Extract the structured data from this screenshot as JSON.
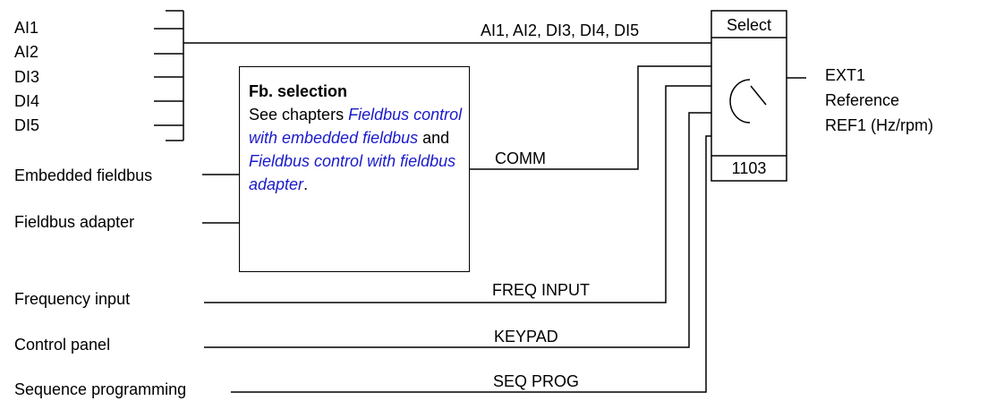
{
  "inputs": {
    "ai1": "AI1",
    "ai2": "AI2",
    "di3": "DI3",
    "di4": "DI4",
    "di5": "DI5",
    "embedded_fieldbus": "Embedded fieldbus",
    "fieldbus_adapter": "Fieldbus adapter",
    "frequency_input": "Frequency input",
    "control_panel": "Control panel",
    "sequence_programming": "Sequence programming"
  },
  "signals": {
    "analog_digital": "AI1, AI2, DI3, DI4, DI5",
    "comm": "COMM",
    "freq_input": "FREQ INPUT",
    "keypad": "KEYPAD",
    "seq_prog": "SEQ PROG"
  },
  "fb_selection": {
    "title": "Fb. selection",
    "text_1": "See chapters ",
    "link_1": "Fieldbus control with embedded fieldbus",
    "text_2": " and ",
    "link_2": "Fieldbus control with fieldbus adapter",
    "text_3": "."
  },
  "selector": {
    "title": "Select",
    "parameter": "1103"
  },
  "output": {
    "line1": "EXT1",
    "line2": "Reference",
    "line3": "REF1 (Hz/rpm)"
  },
  "colors": {
    "link": "#1a1acc",
    "line": "#000000"
  }
}
